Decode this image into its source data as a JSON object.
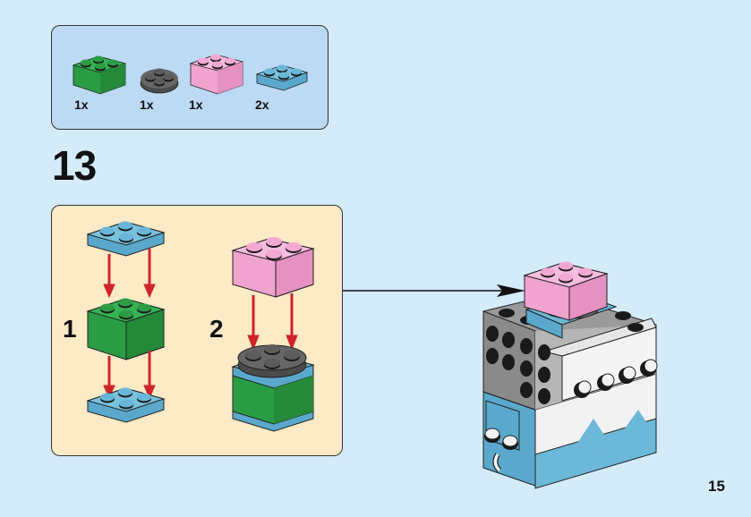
{
  "page": {
    "number": "15",
    "step_number": "13"
  },
  "parts_list": {
    "items": [
      {
        "name": "green-brick-2x2",
        "color": "#2fae4a",
        "quantity": "1x"
      },
      {
        "name": "dark-grey-round-plate-2x2",
        "color": "#5a5a5a",
        "quantity": "1x"
      },
      {
        "name": "pink-brick-2x2",
        "color": "#f4a9d6",
        "quantity": "1x"
      },
      {
        "name": "light-blue-plate-2x2",
        "color": "#6cb8d8",
        "quantity": "2x"
      }
    ]
  },
  "sub_assembly": {
    "steps": [
      {
        "label": "1",
        "description": "light-blue plate, green brick, light-blue plate stack"
      },
      {
        "label": "2",
        "description": "pink brick onto grey round plate on stack"
      }
    ],
    "arrow_color": "#d0232a"
  },
  "colors": {
    "background": "#d4ebfa",
    "parts_box": "#bcdaf4",
    "sub_box": "#fdeac6",
    "green": "#2fae4a",
    "pink": "#f4a9d6",
    "blue": "#6cb8d8",
    "grey": "#5a5a5a",
    "light_grey": "#9a9a9a",
    "white": "#f4f4f4"
  }
}
